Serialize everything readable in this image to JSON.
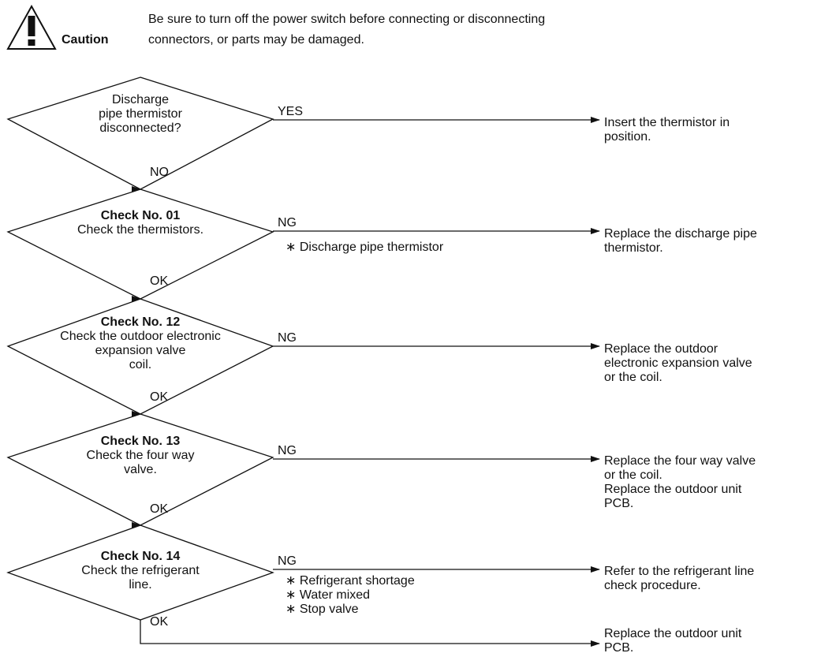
{
  "caution": {
    "label": "Caution",
    "lines": [
      "Be sure to turn off the power switch before connecting or disconnecting",
      "connectors, or parts may be damaged."
    ]
  },
  "steps": [
    {
      "lines": [
        {
          "text": "Discharge",
          "bold": false
        },
        {
          "text": "pipe thermistor",
          "bold": false
        },
        {
          "text": "disconnected?",
          "bold": false
        }
      ],
      "branch_label": "YES",
      "notes": [],
      "result": [
        "Insert the thermistor in",
        "position."
      ],
      "down_label": "NO"
    },
    {
      "lines": [
        {
          "text": "Check No. 01",
          "bold": true
        },
        {
          "text": "Check the thermistors.",
          "bold": false
        }
      ],
      "branch_label": "NG",
      "notes": [
        "∗ Discharge pipe thermistor"
      ],
      "result": [
        "Replace the discharge pipe",
        "thermistor."
      ],
      "down_label": "OK"
    },
    {
      "lines": [
        {
          "text": "Check No. 12",
          "bold": true
        },
        {
          "text": "Check the outdoor electronic",
          "bold": false
        },
        {
          "text": "expansion valve",
          "bold": false
        },
        {
          "text": "coil.",
          "bold": false
        }
      ],
      "branch_label": "NG",
      "notes": [],
      "result": [
        "Replace the outdoor",
        "electronic expansion valve",
        "or the coil."
      ],
      "down_label": "OK"
    },
    {
      "lines": [
        {
          "text": "Check No. 13",
          "bold": true
        },
        {
          "text": "Check the four way",
          "bold": false
        },
        {
          "text": "valve.",
          "bold": false
        }
      ],
      "branch_label": "NG",
      "notes": [],
      "result": [
        "Replace the four way valve",
        "or the coil.",
        "Replace the outdoor unit",
        "PCB."
      ],
      "down_label": "OK"
    },
    {
      "lines": [
        {
          "text": "Check No. 14",
          "bold": true
        },
        {
          "text": "Check the refrigerant",
          "bold": false
        },
        {
          "text": "line.",
          "bold": false
        }
      ],
      "branch_label": "NG",
      "notes": [
        "∗ Refrigerant shortage",
        "∗ Water mixed",
        "∗ Stop valve"
      ],
      "result": [
        "Refer to the refrigerant line",
        "check procedure."
      ],
      "down_label": "OK"
    }
  ],
  "final": {
    "result": [
      "Replace the outdoor unit",
      "PCB."
    ]
  }
}
